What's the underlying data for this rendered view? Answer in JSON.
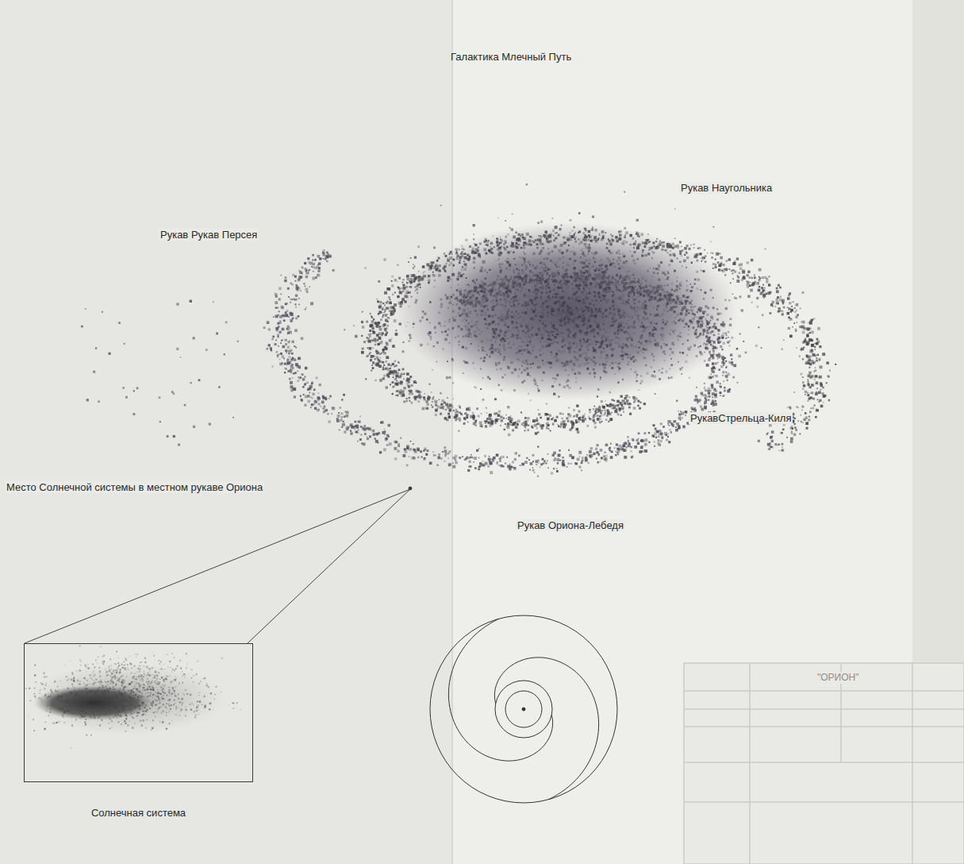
{
  "diagram": {
    "title": "Галактика Млечный Путь",
    "nodes": [
      {
        "text": [
          "Солнечная система"
        ]
      }
    ],
    "labels": [
      "Рукав Наугольника",
      "Рукав Рукав Персея",
      "РукавСтрельца-Киля",
      "Место Солнечной системы в местном рукаве Ориона",
      "Рукав Ориона-Лебедя",
      "\"ОРИОН\""
    ]
  }
}
